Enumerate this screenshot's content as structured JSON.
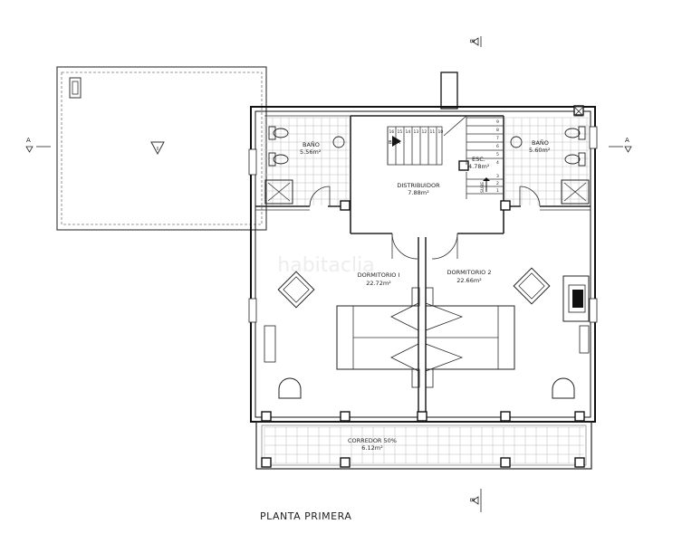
{
  "title": "PLANTA PRIMERA",
  "section_marks": {
    "left": "A",
    "right": "A",
    "top": "B",
    "bottom": "B"
  },
  "rooms": [
    {
      "id": "bano-left",
      "name": "BAÑO",
      "area": "5.56m²"
    },
    {
      "id": "distribuidor",
      "name": "DISTRIBUIDOR",
      "area": "7.88m²"
    },
    {
      "id": "esc",
      "name": "ESC.",
      "area": "4.78m²"
    },
    {
      "id": "bano-right",
      "name": "BAÑO",
      "area": "5.60m²"
    },
    {
      "id": "dormitorio-1",
      "name": "DORMITORIO I",
      "area": "22.72m²"
    },
    {
      "id": "dormitorio-2",
      "name": "DORMITORIO 2",
      "area": "22.66m²"
    },
    {
      "id": "corredor",
      "name": "CORREDOR 50%",
      "area": "6.12m²"
    }
  ],
  "stair": {
    "direction_label": "BAJA",
    "up_label": "SUBE",
    "steps_top": [
      "16",
      "15",
      "14",
      "13",
      "12",
      "11",
      "10"
    ],
    "steps_side": [
      "9",
      "8",
      "7",
      "6",
      "5",
      "4"
    ],
    "steps_bottom": [
      "1",
      "2",
      "3"
    ]
  },
  "watermark": "habitaclia"
}
